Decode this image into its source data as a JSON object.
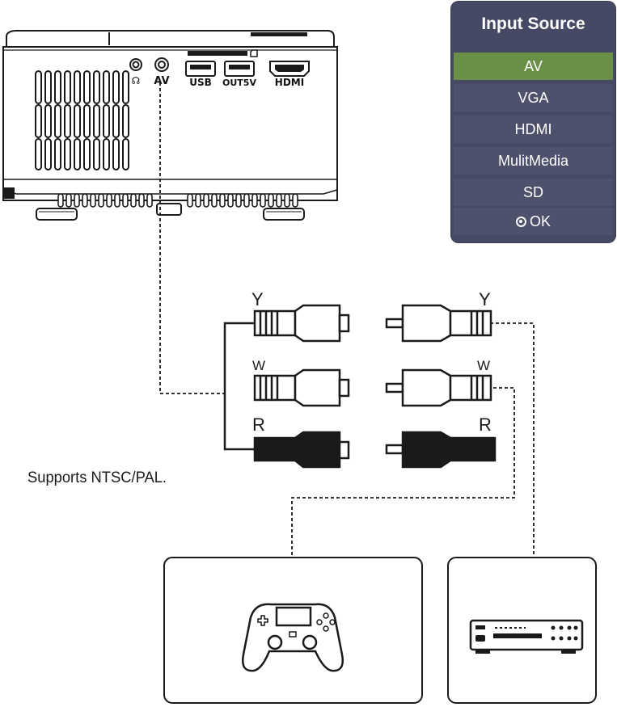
{
  "ports": {
    "headphone": "☊",
    "av": "AV",
    "usb": "USB",
    "out5v": "OUT5V",
    "hdmi": "HDMI"
  },
  "cables": {
    "left": [
      "Y",
      "W",
      "R"
    ],
    "right": [
      "Y",
      "W",
      "R"
    ]
  },
  "note": "Supports NTSC/PAL.",
  "menu": {
    "title": "Input Source",
    "items": [
      "AV",
      "VGA",
      "HDMI",
      "MulitMedia",
      "SD"
    ],
    "ok_label": "OK",
    "selected_index": 0,
    "colors": {
      "panel": "#454963",
      "item": "#4d516b",
      "selected": "#6a8f46",
      "text": "#ffffff"
    }
  },
  "devices": [
    {
      "icon": "gamepad-icon"
    },
    {
      "icon": "dvd-player-icon"
    }
  ]
}
